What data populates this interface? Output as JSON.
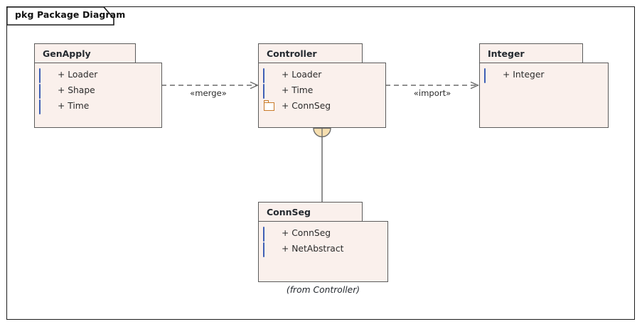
{
  "frame": {
    "label": "pkg Package Diagram",
    "border_color": "#1b1b1b"
  },
  "theme": {
    "package_fill": "#faf0ec",
    "package_border": "#5b5b5b",
    "class_icon_border": "#3f60b5",
    "class_icon_accent": "#f4978e",
    "package_icon_border": "#c97a28",
    "connector_color": "#6b6b6b",
    "containment_fill": "#f6dfb0"
  },
  "packages": [
    {
      "id": "genapply",
      "name": "GenApply",
      "members": [
        {
          "label": "+ Loader",
          "icon": "class-icon"
        },
        {
          "label": "+ Shape",
          "icon": "class-icon"
        },
        {
          "label": "+ Time",
          "icon": "class-icon"
        }
      ],
      "footnote": ""
    },
    {
      "id": "controller",
      "name": "Controller",
      "members": [
        {
          "label": "+ Loader",
          "icon": "class-icon"
        },
        {
          "label": "+ Time",
          "icon": "class-icon"
        },
        {
          "label": "+ ConnSeg",
          "icon": "package-icon"
        }
      ],
      "footnote": ""
    },
    {
      "id": "integer",
      "name": "Integer",
      "members": [
        {
          "label": "+ Integer",
          "icon": "class-icon"
        }
      ],
      "footnote": ""
    },
    {
      "id": "connseg",
      "name": "ConnSeg",
      "members": [
        {
          "label": "+ ConnSeg",
          "icon": "class-icon"
        },
        {
          "label": "+ NetAbstract",
          "icon": "class-icon"
        }
      ],
      "footnote": "(from Controller)"
    }
  ],
  "connectors": [
    {
      "id": "merge",
      "label": "«merge»",
      "from": "genapply",
      "to": "controller",
      "style": "dashed",
      "arrow": "open"
    },
    {
      "id": "import",
      "label": "«import»",
      "from": "controller",
      "to": "integer",
      "style": "dashed",
      "arrow": "open"
    },
    {
      "id": "containment",
      "label": "",
      "from": "controller",
      "to": "connseg",
      "style": "solid",
      "arrow": "containment-circle-plus"
    }
  ]
}
